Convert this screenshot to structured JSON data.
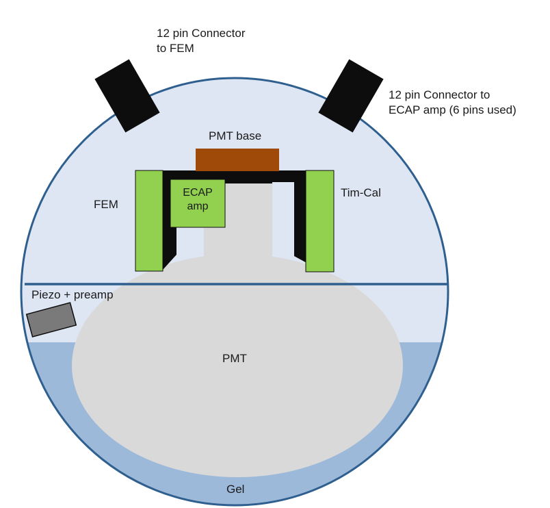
{
  "labels": {
    "connector_fem": [
      "12 pin Connector",
      "to FEM"
    ],
    "connector_ecap": [
      "12 pin Connector to",
      "ECAP amp (6 pins used)"
    ],
    "pmt_base": "PMT base",
    "fem": "FEM",
    "ecap_amp": [
      "ECAP",
      "amp"
    ],
    "tim_cal": "Tim-Cal",
    "piezo": "Piezo + preamp",
    "pmt": "PMT",
    "gel": "Gel"
  },
  "colors": {
    "sphere_fill": "#dde6f2",
    "sphere_stroke": "#2f5f8f",
    "gel_fill": "#9db9da",
    "pmt_fill": "#d9d9d9",
    "board_green": "#92d050",
    "pmt_base_brown": "#a04a0a",
    "connector_black": "#0d0d0d",
    "piezo_gray": "#7a7a7a"
  }
}
